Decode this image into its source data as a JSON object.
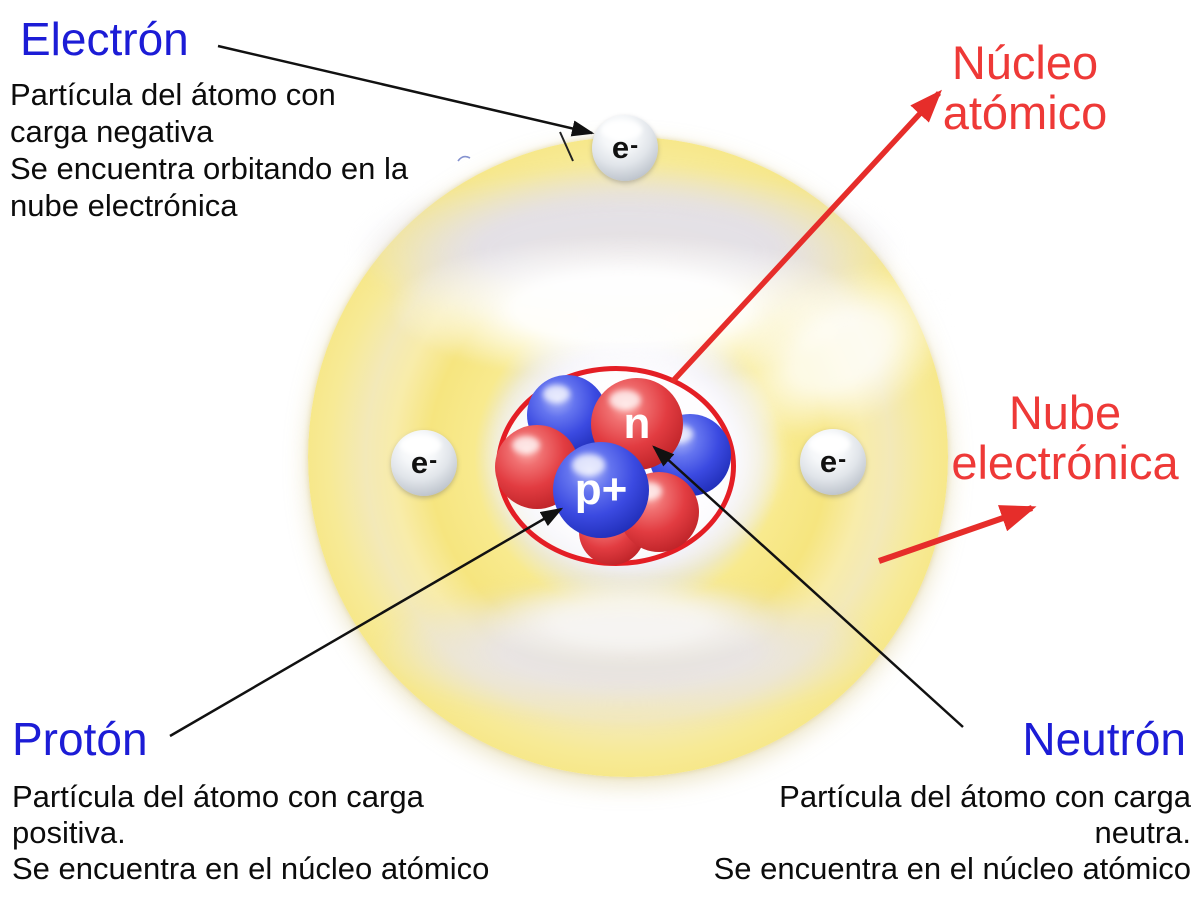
{
  "labels": {
    "electron": {
      "title": "Electrón",
      "desc_lines": [
        "Partícula del átomo con",
        "carga negativa",
        "Se encuentra orbitando en la",
        "nube electrónica"
      ]
    },
    "nucleus": {
      "lines": [
        "Núcleo",
        "atómico"
      ]
    },
    "cloud": {
      "lines": [
        "Nube",
        "electrónica"
      ]
    },
    "proton": {
      "title": "Protón",
      "desc_lines": [
        "Partícula del átomo con carga",
        "positiva.",
        "Se encuentra en el núcleo atómico"
      ]
    },
    "neutron": {
      "title": "Neutrón",
      "desc_lines": [
        "Partícula del átomo con carga",
        "neutra.",
        "Se encuentra en el núcleo atómico"
      ]
    }
  },
  "atom": {
    "electron_symbol": {
      "base": "e",
      "sup": "-"
    },
    "neutron_symbol": "n",
    "proton_symbol": "p+"
  },
  "colors": {
    "title_blue": "#1c1cd6",
    "label_red": "#ee3937",
    "arrow_red": "#e62d2a",
    "nucleus_ring_red": "#e41e25",
    "ring_yellow": "#f6e57f",
    "proton_blue": "#3b4ae1",
    "neutron_sphere_red": "#e23c41"
  }
}
